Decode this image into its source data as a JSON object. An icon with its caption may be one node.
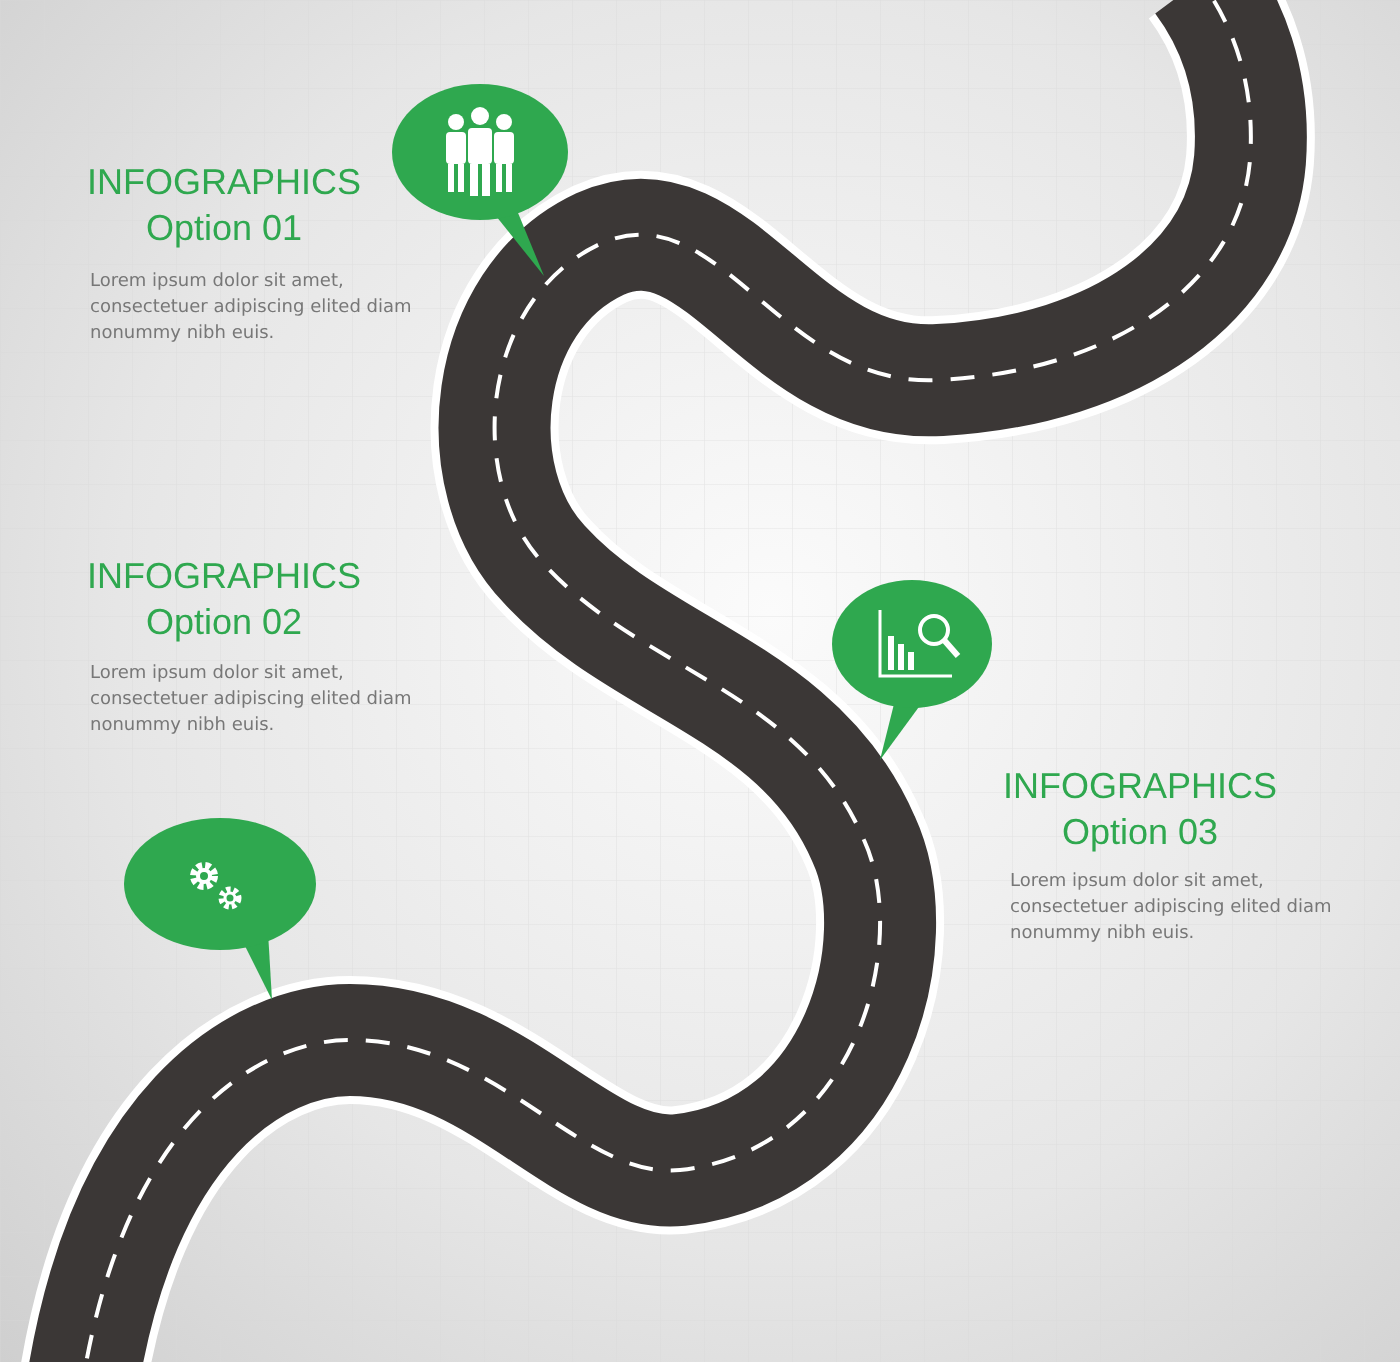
{
  "diagram": {
    "labels": [
      "INFOGRAPHICS Option 01",
      "Lorem ipsum dolor sit amet, consectetuer adipiscing elited diam nonummy nibh euis.",
      "INFOGRAPHICS Option 02",
      "Lorem ipsum dolor sit amet, consectetuer adipiscing elited diam nonummy nibh euis.",
      "INFOGRAPHICS Option 03",
      "Lorem ipsum dolor sit amet, consectetuer adipiscing elited diam nonummy nibh euis."
    ]
  }
}
